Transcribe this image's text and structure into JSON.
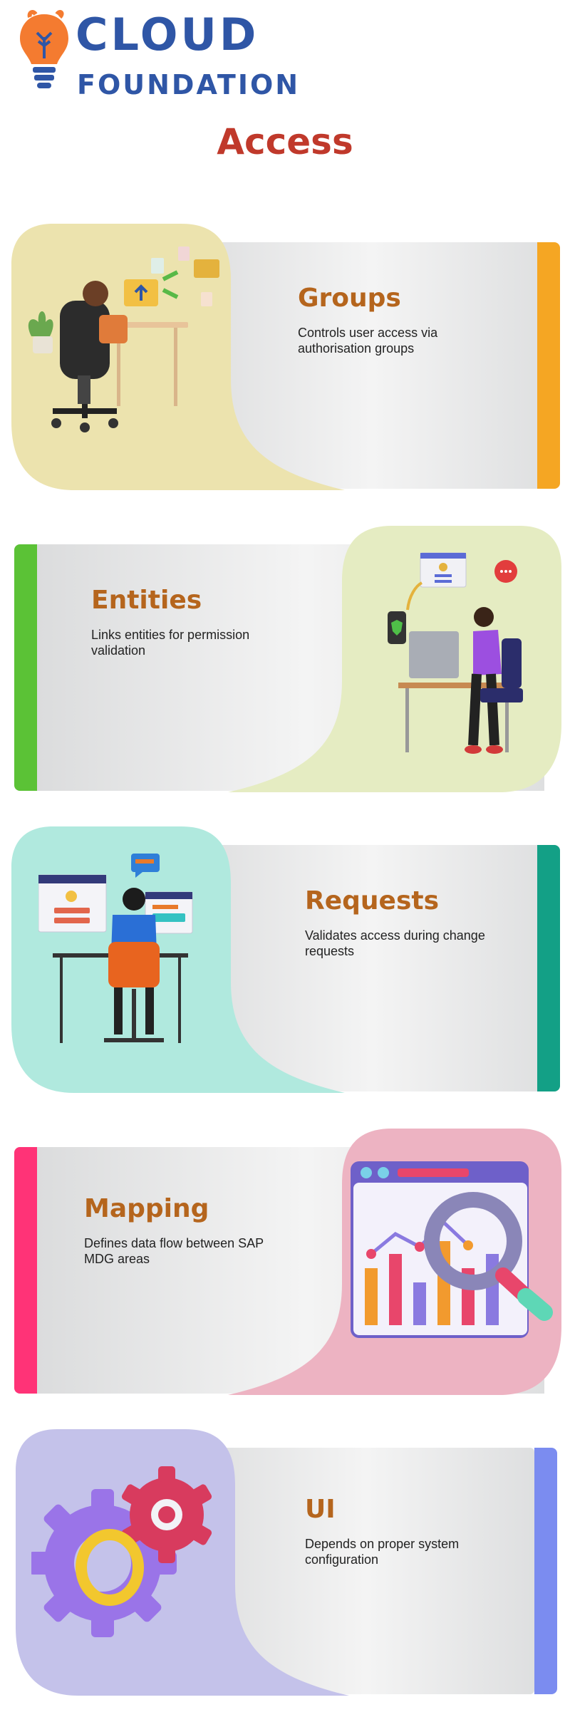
{
  "header": {
    "brand_line1": "CLOUD",
    "brand_line2": "FOUNDATION",
    "title": "Access"
  },
  "colors": {
    "brand_blue": "#2f56a6",
    "brand_orange": "#f47b30",
    "title_red": "#c0392b",
    "card_title": "#b5651d"
  },
  "cards": [
    {
      "title": "Groups",
      "description": "Controls user access via authorisation groups",
      "accent": "#f5a623",
      "blob_color": "#ece3ae",
      "illustration": "person-at-desk-with-files-icon"
    },
    {
      "title": "Entities",
      "description": "Links entities for permission validation",
      "accent": "#5bc236",
      "blob_color": "#e5ecc2",
      "illustration": "person-at-computer-security-icon"
    },
    {
      "title": "Requests",
      "description": "Validates access during change requests",
      "accent": "#13a086",
      "blob_color": "#b0e9de",
      "illustration": "person-at-screens-login-icon"
    },
    {
      "title": "Mapping",
      "description": "Defines data flow between SAP MDG areas",
      "accent": "#ff3377",
      "blob_color": "#edb3c2",
      "illustration": "chart-magnifier-icon"
    },
    {
      "title": "UI",
      "description": "Depends on proper system configuration",
      "accent": "#7b8cf0",
      "blob_color": "#c4c2ea",
      "illustration": "gears-icon"
    }
  ]
}
